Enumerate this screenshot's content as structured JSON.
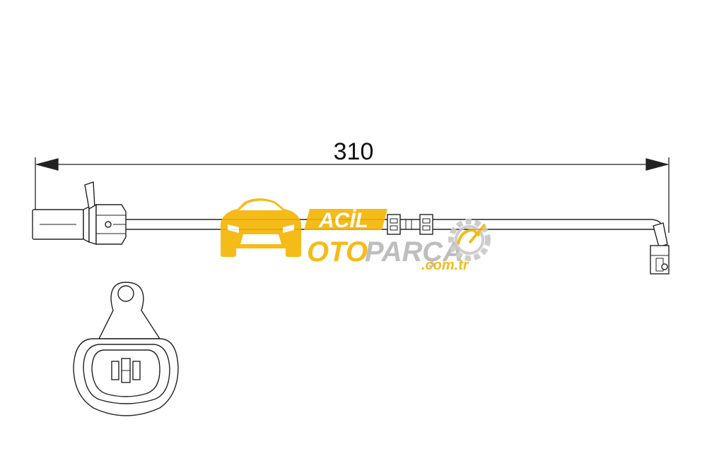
{
  "drawing": {
    "dimension_label": "310"
  },
  "watermark": {
    "word1": "ACİL",
    "word2a": "OTO",
    "word2b": "PARÇA",
    "domain": ".com.tr",
    "color_primary": "#f5b400",
    "color_secondary": "#b8b8b8"
  },
  "colors": {
    "line": "#222222",
    "background": "#ffffff"
  }
}
